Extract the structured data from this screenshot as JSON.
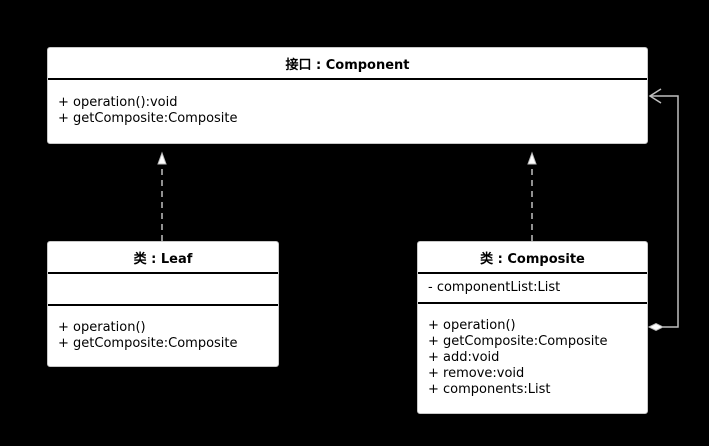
{
  "component": {
    "title": "接口 : Component",
    "operations": [
      "+ operation():void",
      "+ getComposite:Composite"
    ]
  },
  "leaf": {
    "title": "类 : Leaf",
    "attributes": [],
    "operations": [
      "+ operation()",
      "+ getComposite:Composite"
    ]
  },
  "composite": {
    "title": "类 : Composite",
    "attributes": [
      "- componentList:List"
    ],
    "operations": [
      "+ operation()",
      "+ getComposite:Composite",
      "+ add:void",
      "+ remove:void",
      "+ components:List"
    ]
  },
  "colors": {
    "background": "#000000",
    "box_fill": "#ffffff",
    "box_text": "#000000",
    "connector": "#bfbfbf"
  }
}
